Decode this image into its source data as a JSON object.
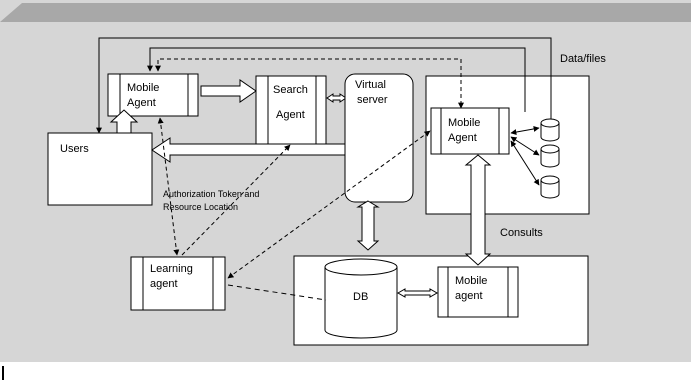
{
  "nodes": {
    "users": "Users",
    "mobile_agent_top": [
      "Mobile",
      "Agent"
    ],
    "search_agent": [
      "Search",
      "Agent"
    ],
    "virtual_server": [
      "Virtual",
      "server"
    ],
    "mobile_agent_right": [
      "Mobile",
      "Agent"
    ],
    "learning_agent": [
      "Learning",
      "agent"
    ],
    "db": "DB",
    "mobile_agent_bottom": [
      "Mobile",
      "agent"
    ]
  },
  "labels": {
    "data_files": "Data/files",
    "consults": "Consults",
    "authorization": [
      "Authorization Token and",
      "Resource Location"
    ]
  },
  "colors": {
    "page_background": "#d6d6d6",
    "top_band": "#a8a8a8",
    "box_fill": "#ffffff",
    "stroke": "#000000"
  }
}
